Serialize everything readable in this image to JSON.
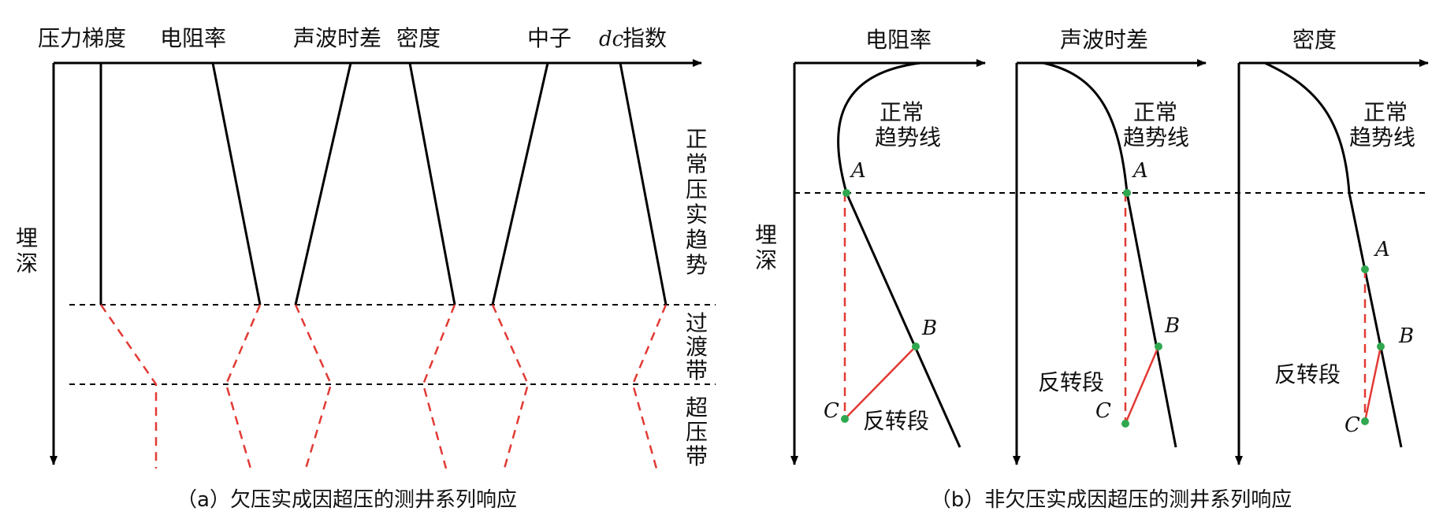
{
  "panel_a": {
    "track_labels": [
      "压力梯度",
      "电阻率",
      "声波时差",
      "密度",
      "中子",
      "指数"
    ],
    "dc_prefix": "dc",
    "depth_label": [
      "埋",
      "深"
    ],
    "zone_normal": [
      "正",
      "常",
      "压",
      "实",
      "趋",
      "势"
    ],
    "zone_transition": [
      "过",
      "渡",
      "带"
    ],
    "zone_over": [
      "超",
      "压",
      "带"
    ],
    "caption": "（a）欠压实成因超压的测井系列响应"
  },
  "panel_b": {
    "track_titles": [
      "电阻率",
      "声波时差",
      "密度"
    ],
    "depth_label": [
      "埋",
      "深"
    ],
    "trend_label": [
      "正常",
      "趋势线"
    ],
    "reversal_label": "反转段",
    "point_a": "A",
    "point_b": "B",
    "point_c": "C",
    "caption": "（b）非欠压实成因超压的测井系列响应"
  },
  "colors": {
    "axis": "#000000",
    "anomaly": "#e23a34",
    "marker": "#2fa84f"
  }
}
